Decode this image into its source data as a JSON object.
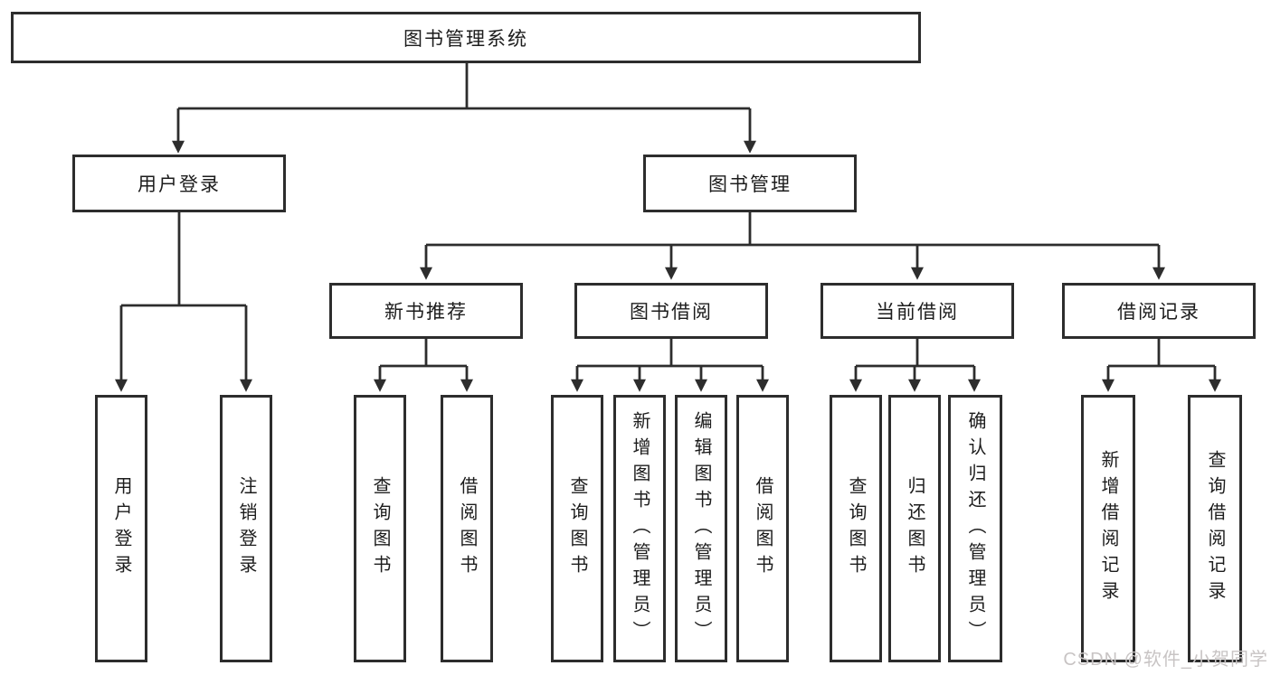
{
  "diagram_type": "hierarchy-structure-chart",
  "tree": {
    "label": "图书管理系统",
    "children": [
      {
        "label": "用户登录",
        "children": [
          {
            "label": "用户登录"
          },
          {
            "label": "注销登录"
          }
        ]
      },
      {
        "label": "图书管理",
        "children": [
          {
            "label": "新书推荐",
            "children": [
              {
                "label": "查询图书"
              },
              {
                "label": "借阅图书"
              }
            ]
          },
          {
            "label": "图书借阅",
            "children": [
              {
                "label": "查询图书"
              },
              {
                "label": "新增图书（管理员）"
              },
              {
                "label": "编辑图书（管理员）"
              },
              {
                "label": "借阅图书"
              }
            ]
          },
          {
            "label": "当前借阅",
            "children": [
              {
                "label": "查询图书"
              },
              {
                "label": "归还图书"
              },
              {
                "label": "确认归还（管理员）"
              }
            ]
          },
          {
            "label": "借阅记录",
            "children": [
              {
                "label": "新增借阅记录"
              },
              {
                "label": "查询借阅记录"
              }
            ]
          }
        ]
      }
    ]
  },
  "watermark": "CSDN @软件_小贺同学",
  "colors": {
    "line": "#2d2d2d",
    "box_border": "#2d2d2d",
    "box_background": "#ffffff",
    "text": "#1c1c1c",
    "watermark": "#c8c4c4",
    "background": "#ffffff"
  }
}
